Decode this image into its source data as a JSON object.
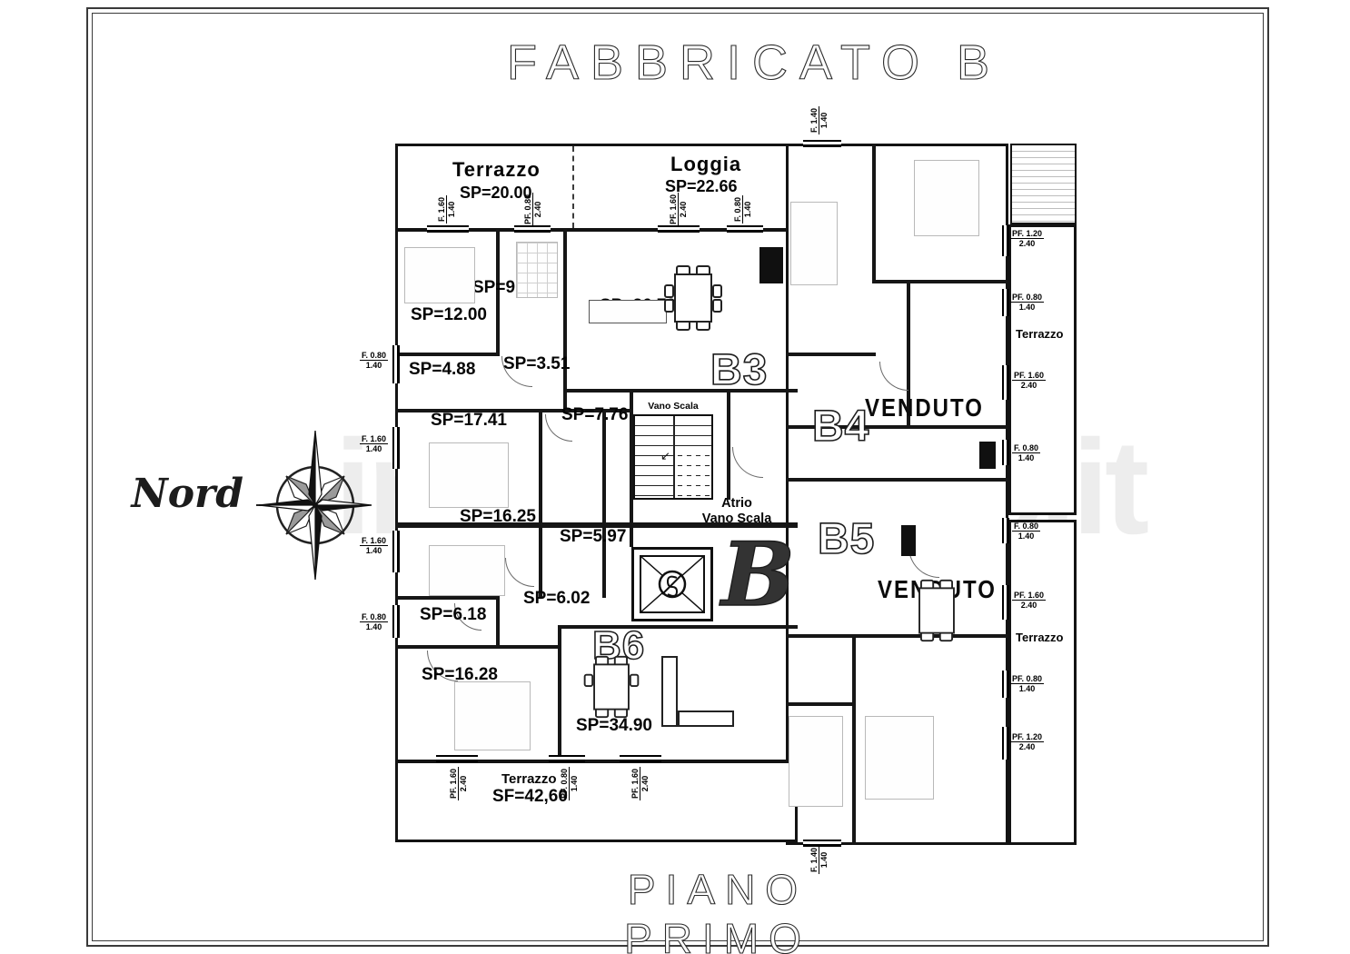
{
  "sheet": {
    "title": "FABBRICATO B",
    "floor": "PIANO PRIMO"
  },
  "compass": {
    "label": "Nord"
  },
  "watermark": {
    "text": "immobiliare.it"
  },
  "terraces": {
    "top": {
      "name": "Terrazzo",
      "area": "SP=20.00"
    },
    "loggia": {
      "name": "Loggia",
      "area": "SP=22.66"
    },
    "bottom": {
      "name": "Terrazzo",
      "area": "SF=42,60"
    },
    "right_upper": {
      "name": "Terrazzo"
    },
    "right_lower": {
      "name": "Terrazzo"
    }
  },
  "core": {
    "stair_label": "Vano Scala",
    "atrium_line1": "Atrio",
    "atrium_line2": "Vano Scala",
    "building_letter": "B"
  },
  "units": {
    "b3": "B3",
    "b4": "B4",
    "b5": "B5",
    "b6": "B6",
    "sold": "VENDUTO"
  },
  "rooms": [
    {
      "label": "SP=12.00"
    },
    {
      "label": "SP=9.44"
    },
    {
      "label": "SP=36.79"
    },
    {
      "label": "SP=4.88"
    },
    {
      "label": "SP=3.51"
    },
    {
      "label": "SP=17.41"
    },
    {
      "label": "SP=7.76"
    },
    {
      "label": "SP=16.25"
    },
    {
      "label": "SP=5.97"
    },
    {
      "label": "SP=6.02"
    },
    {
      "label": "SP=6.18"
    },
    {
      "label": "SP=16.28"
    },
    {
      "label": "SP=34.90"
    }
  ],
  "dims": {
    "top": [
      {
        "w": "F. 1.60",
        "h": "1.40"
      },
      {
        "w": "PF. 0.80",
        "h": "2.40"
      },
      {
        "w": "PF. 1.60",
        "h": "2.40"
      },
      {
        "w": "F. 0.80",
        "h": "1.40"
      }
    ],
    "wing_top": {
      "w": "F. 1.40",
      "h": "1.40"
    },
    "wing_bottom": {
      "w": "F. 1.40",
      "h": "1.40"
    },
    "left": [
      {
        "w": "F. 0.80",
        "h": "1.40"
      },
      {
        "w": "F. 1.60",
        "h": "1.40"
      },
      {
        "w": "F. 1.60",
        "h": "1.40"
      },
      {
        "w": "F. 0.80",
        "h": "1.40"
      }
    ],
    "right": [
      {
        "w": "PF. 1.20",
        "h": "2.40"
      },
      {
        "w": "PF. 0.80",
        "h": "1.40"
      },
      {
        "w": "PF. 1.60",
        "h": "2.40"
      },
      {
        "w": "F. 0.80",
        "h": "1.40"
      },
      {
        "w": "F. 0.80",
        "h": "1.40"
      },
      {
        "w": "PF. 1.60",
        "h": "2.40"
      },
      {
        "w": "PF. 0.80",
        "h": "1.40"
      },
      {
        "w": "PF. 1.20",
        "h": "2.40"
      }
    ],
    "bottom": [
      {
        "w": "PF. 1.60",
        "h": "2.40"
      },
      {
        "w": "PF. 0.80",
        "h": "1.40"
      },
      {
        "w": "PF. 1.60",
        "h": "2.40"
      }
    ]
  }
}
